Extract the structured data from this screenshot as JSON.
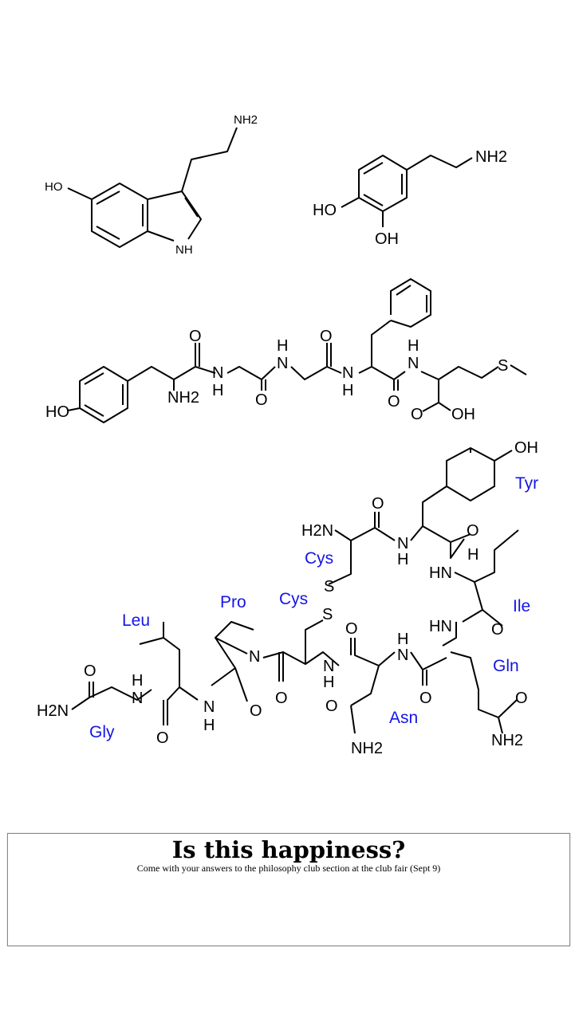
{
  "serotonin": {
    "labels": [
      "NH2",
      "HO",
      "NH"
    ]
  },
  "dopamine": {
    "labels": [
      "NH2",
      "HO",
      "OH"
    ]
  },
  "enkephalin": {
    "labels": [
      "O",
      "N",
      "H",
      "O",
      "H",
      "N",
      "O",
      "N",
      "H",
      "O",
      "H",
      "N",
      "S",
      "NH2",
      "HO",
      "O",
      "OH"
    ]
  },
  "oxytocin": {
    "labels": [
      "H2N",
      "O",
      "N",
      "H",
      "O",
      "H",
      "HN",
      "S",
      "S",
      "OH",
      "HN",
      "O",
      "O",
      "H",
      "N",
      "N",
      "N",
      "H",
      "O",
      "O",
      "O",
      "O",
      "NH2",
      "O",
      "NH2",
      "O",
      "H",
      "N",
      "H2N",
      "O",
      "N",
      "H"
    ],
    "residues": [
      "Cys",
      "Cys",
      "Pro",
      "Leu",
      "Tyr",
      "Ile",
      "Gln",
      "Asn",
      "Gly"
    ]
  },
  "poster": {
    "title": "Is this happiness?",
    "subtitle": "Come with your answers to the philosophy club section at the club fair (Sept 9)"
  }
}
